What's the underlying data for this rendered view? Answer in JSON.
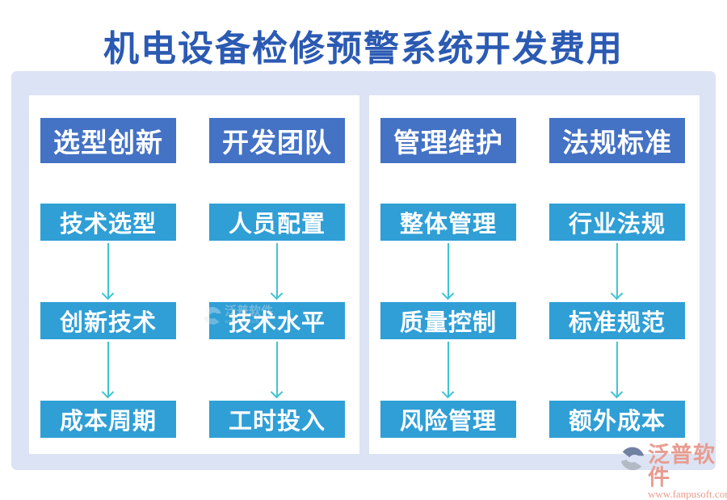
{
  "title": "机电设备检修预警系统开发费用",
  "colors": {
    "title_text": "#2b5ab3",
    "board_background": "#dce3f5",
    "panel_background": "#ffffff",
    "header_box": "#4472c4",
    "item_box": "#2f9fd6",
    "box_text": "#ffffff",
    "arrow": "#3fc4d3",
    "logo_text": "#e89c90"
  },
  "panels": [
    {
      "columns": [
        {
          "header": "选型创新",
          "items": [
            "技术选型",
            "创新技术",
            "成本周期"
          ]
        },
        {
          "header": "开发团队",
          "items": [
            "人员配置",
            "技术水平",
            "工时投入"
          ]
        }
      ]
    },
    {
      "columns": [
        {
          "header": "管理维护",
          "items": [
            "整体管理",
            "质量控制",
            "风险管理"
          ]
        },
        {
          "header": "法规标准",
          "items": [
            "行业法规",
            "标准规范",
            "额外成本"
          ]
        }
      ]
    }
  ],
  "logo": {
    "brand": "泛普软件",
    "url": "www.fanpusoft.com"
  }
}
